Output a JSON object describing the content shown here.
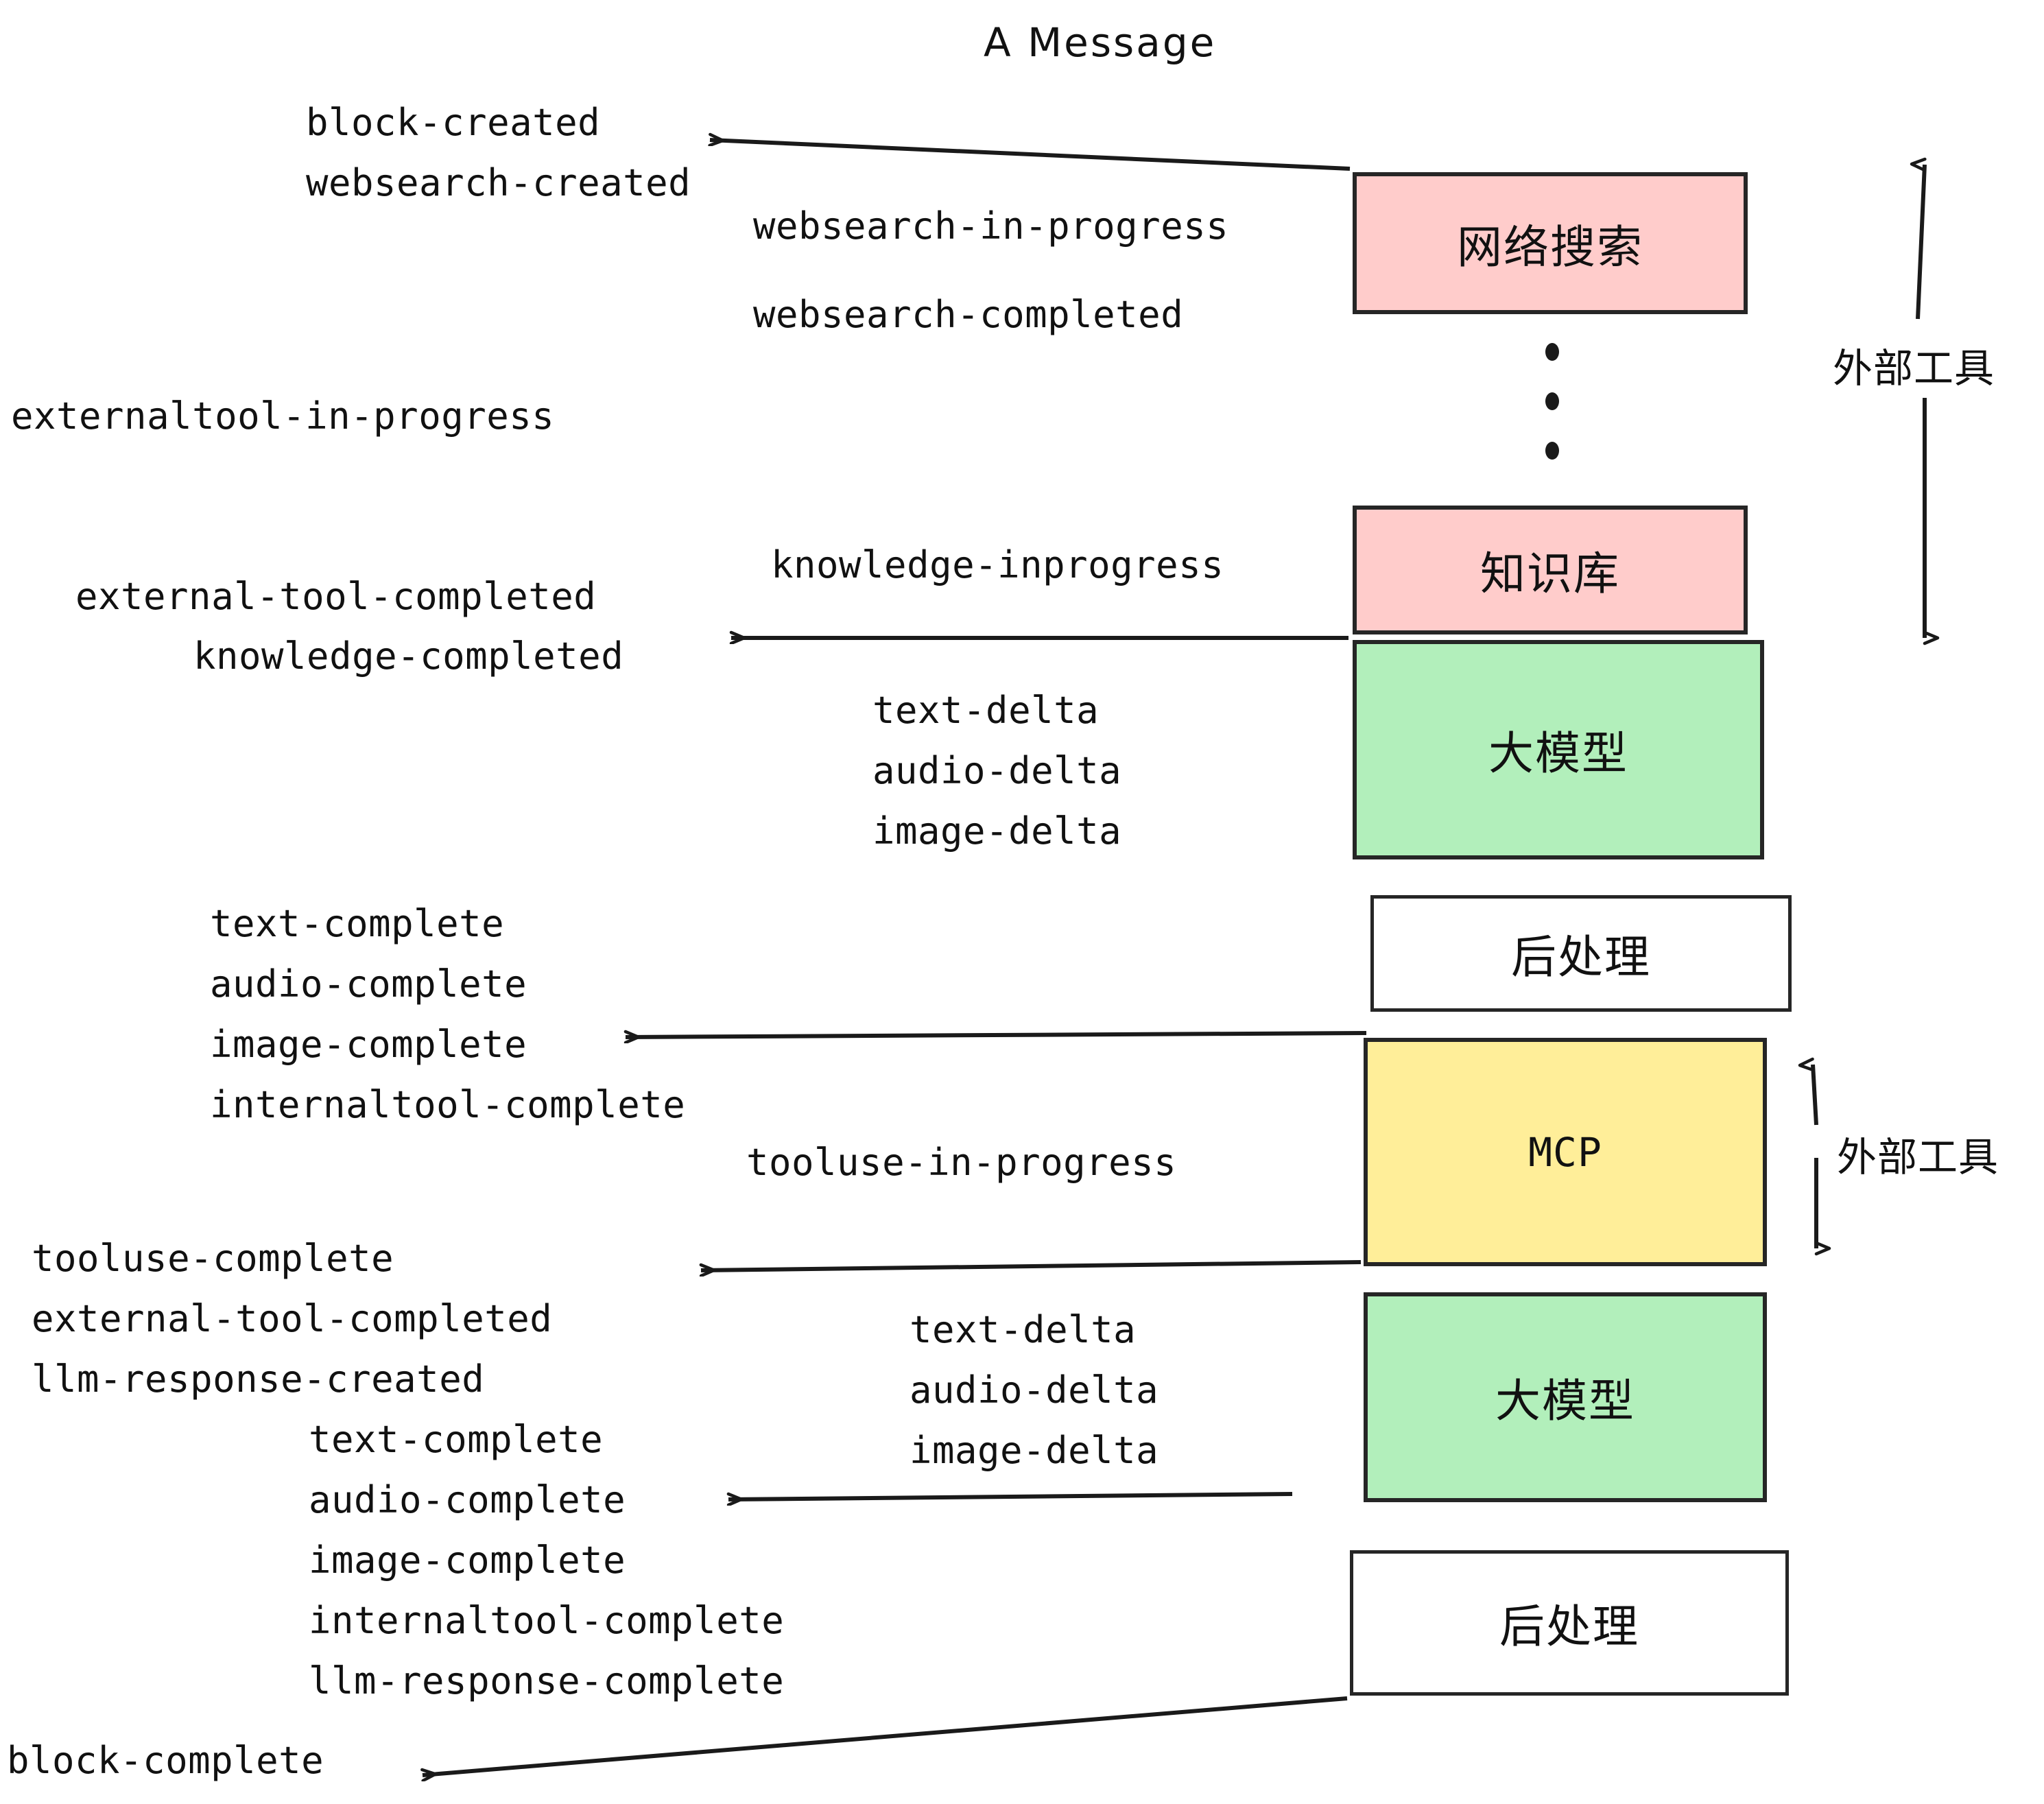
{
  "title": "A Message",
  "events": {
    "block_created": "block-created",
    "websearch_created": "websearch-created",
    "websearch_in_progress": "websearch-in-progress",
    "websearch_completed": "websearch-completed",
    "externaltool_in_progress": "externaltool-in-progress",
    "knowledge_inprogress": "knowledge-inprogress",
    "external_tool_completed_1": "external-tool-completed",
    "knowledge_completed": "knowledge-completed",
    "text_delta_1": "text-delta",
    "audio_delta_1": "audio-delta",
    "image_delta_1": "image-delta",
    "text_complete_1": "text-complete",
    "audio_complete_1": "audio-complete",
    "image_complete_1": "image-complete",
    "internaltool_complete_1": "internaltool-complete",
    "tooluse_in_progress": "tooluse-in-progress",
    "tooluse_complete": "tooluse-complete",
    "external_tool_completed_2": "external-tool-completed",
    "llm_response_created": "llm-response-created",
    "text_delta_2": "text-delta",
    "audio_delta_2": "audio-delta",
    "image_delta_2": "image-delta",
    "text_complete_2": "text-complete",
    "audio_complete_2": "audio-complete",
    "image_complete_2": "image-complete",
    "internaltool_complete_2": "internaltool-complete",
    "llm_response_complete": "llm-response-complete",
    "block_complete": "block-complete"
  },
  "boxes": {
    "websearch": "网络搜索",
    "knowledge": "知识库",
    "llm_1": "大模型",
    "postprocess_1": "后处理",
    "mcp": "MCP",
    "llm_2": "大模型",
    "postprocess_2": "后处理"
  },
  "annotations": {
    "external_tool_top": "外部工具",
    "external_tool_mcp": "外部工具"
  },
  "colors": {
    "pink": "#FFCCCB",
    "green": "#B2EFBB",
    "yellow": "#FFEE99",
    "white": "#FFFFFF",
    "stroke": "#262626",
    "text": "#111111"
  }
}
